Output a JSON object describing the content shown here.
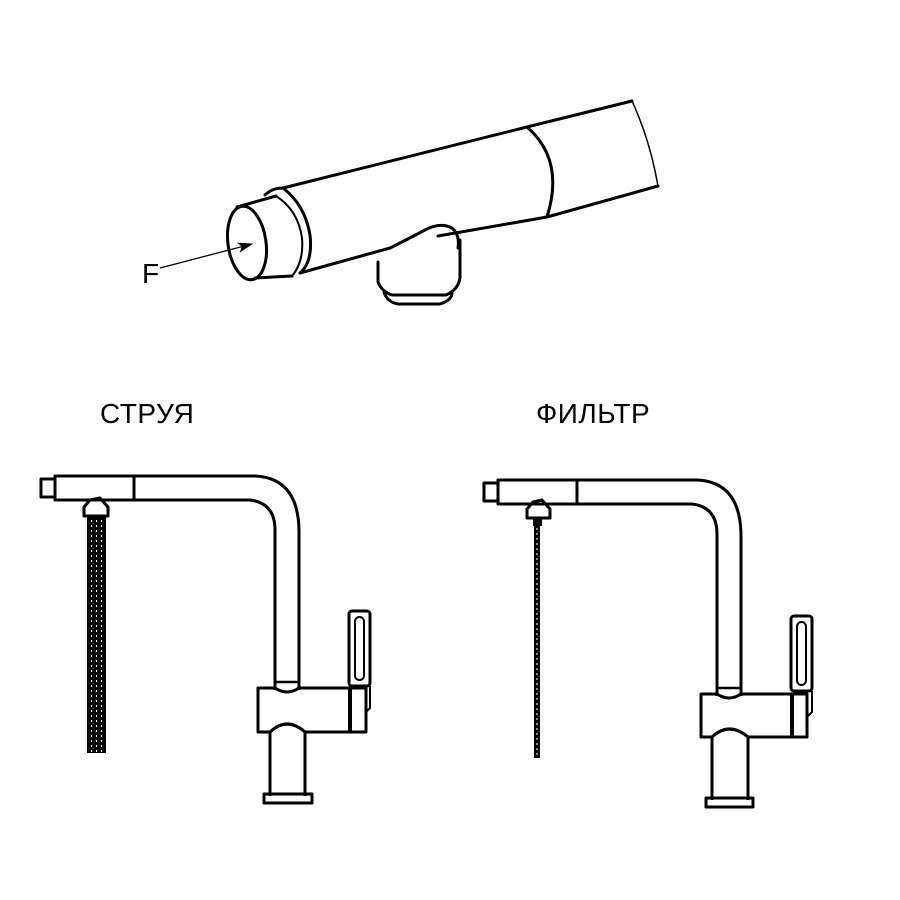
{
  "diagram": {
    "top_view": {
      "name": "faucet-spout-head-closeup",
      "force_label": "F"
    },
    "modes": [
      {
        "id": "jet",
        "label": "СТРУЯ"
      },
      {
        "id": "filter",
        "label": "ФИЛЬТР"
      }
    ],
    "colors": {
      "line": "#000000",
      "background": "#ffffff"
    }
  }
}
